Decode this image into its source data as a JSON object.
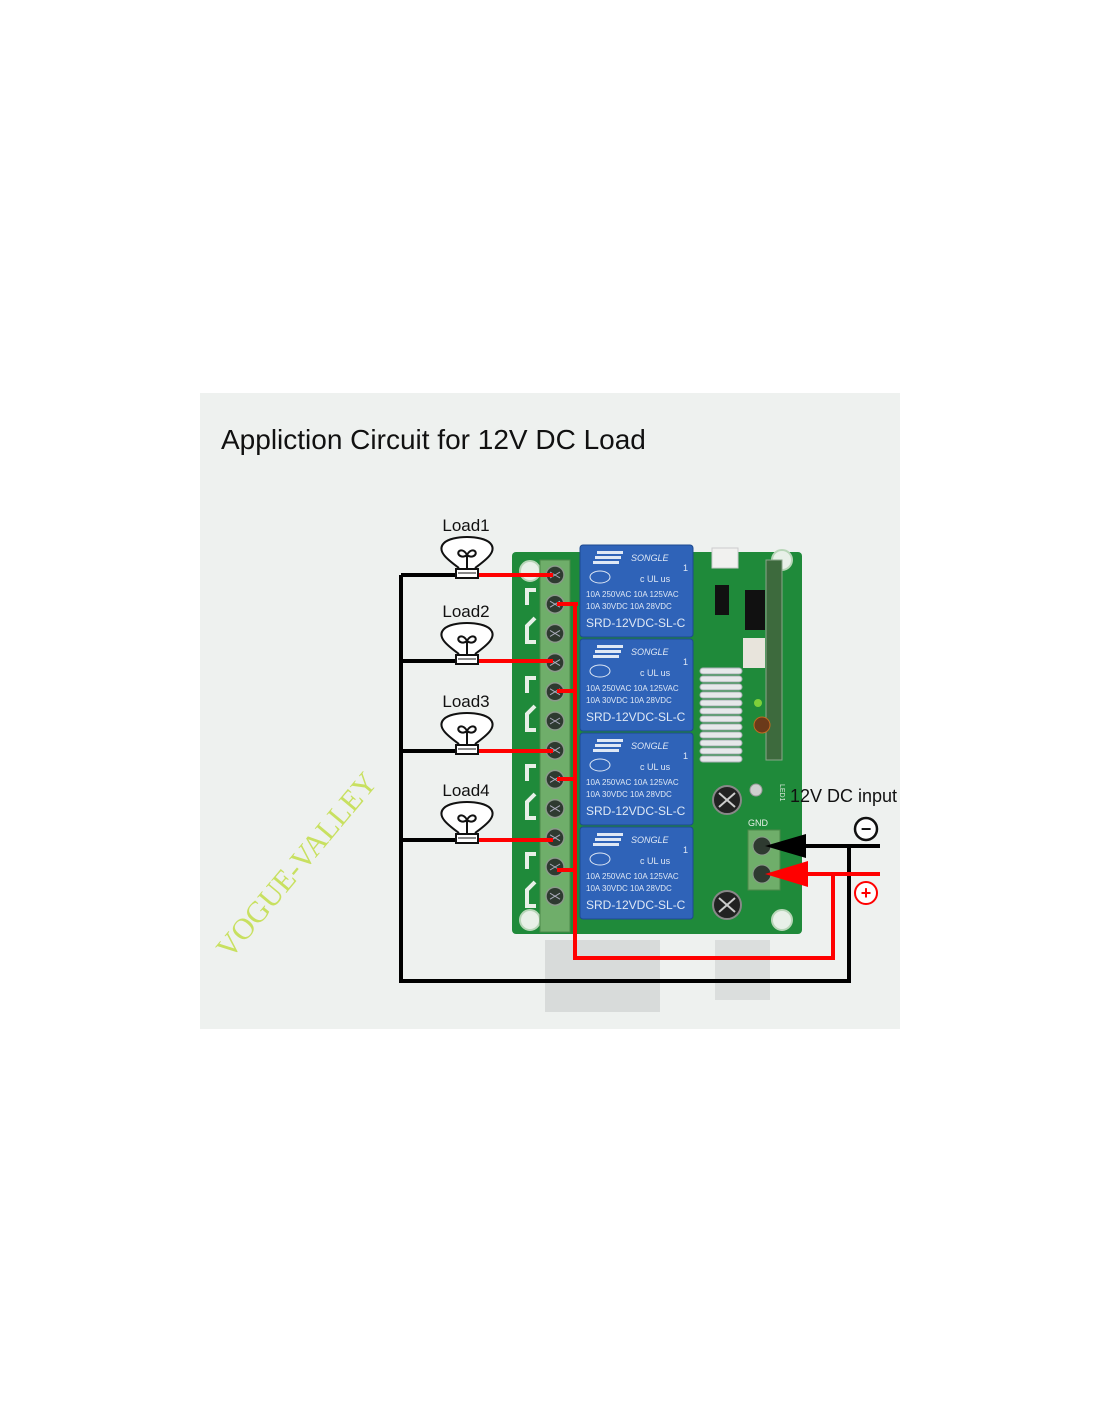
{
  "title": "Appliction Circuit for 12V DC Load",
  "loads": [
    {
      "label": "Load1"
    },
    {
      "label": "Load2"
    },
    {
      "label": "Load3"
    },
    {
      "label": "Load4"
    }
  ],
  "relays": [
    {
      "brand": "SONGLE",
      "rating1": "10A 250VAC  10A 125VAC",
      "rating2": "10A  30VDC  10A  28VDC",
      "model": "SRD-12VDC-SL-C",
      "cert": "c UL us",
      "cert_num": "1"
    },
    {
      "brand": "SONGLE",
      "rating1": "10A 250VAC  10A 125VAC",
      "rating2": "10A  30VDC  10A  28VDC",
      "model": "SRD-12VDC-SL-C",
      "cert": "c UL us",
      "cert_num": "1"
    },
    {
      "brand": "SONGLE",
      "rating1": "10A 250VAC  10A 125VAC",
      "rating2": "10A  30VDC  10A  28VDC",
      "model": "SRD-12VDC-SL-C",
      "cert": "c UL us",
      "cert_num": "1"
    },
    {
      "brand": "SONGLE",
      "rating1": "10A 250VAC  10A 125VAC",
      "rating2": "10A  30VDC  10A  28VDC",
      "model": "SRD-12VDC-SL-C",
      "cert": "c UL us",
      "cert_num": "1"
    }
  ],
  "power_input": {
    "label": "12V DC input",
    "negative_symbol": "−",
    "positive_symbol": "+",
    "gnd_label": "GND",
    "led_label": "LED1"
  },
  "watermark": "VOGUE-VALLEY",
  "colors": {
    "wire_positive": "#ff0000",
    "wire_negative": "#000000",
    "pcb": "#1f8a3a",
    "relay": "#2f63b8",
    "terminal": "#6fae6a",
    "background_panel": "#eef1ef"
  }
}
